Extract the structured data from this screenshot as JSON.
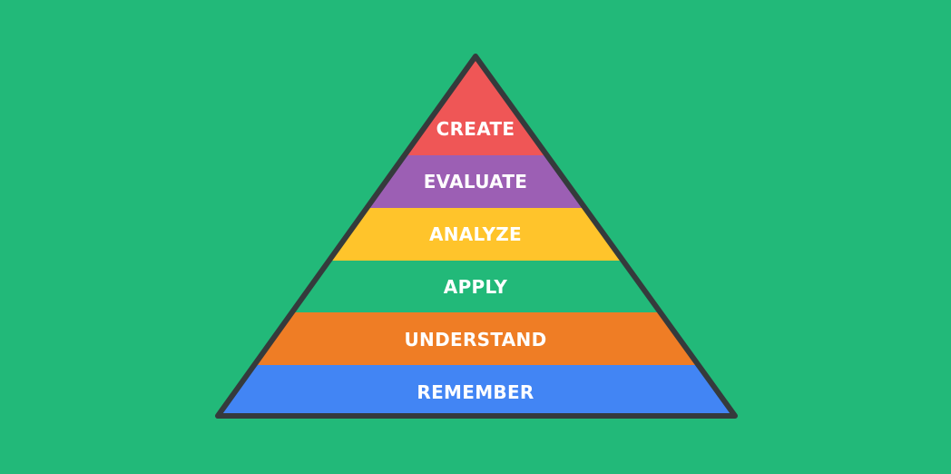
{
  "diagram": {
    "title": "",
    "type": "pyramid",
    "background": "#22b979",
    "outline_color": "#353a3c",
    "levels": [
      {
        "label": "CREATE",
        "color": "#ef5656"
      },
      {
        "label": "EVALUATE",
        "color": "#9c5fb4"
      },
      {
        "label": "ANALYZE",
        "color": "#ffc42b"
      },
      {
        "label": "APPLY",
        "color": "#22b979"
      },
      {
        "label": "UNDERSTAND",
        "color": "#ef7d25"
      },
      {
        "label": "REMEMBER",
        "color": "#4285f4"
      }
    ]
  }
}
